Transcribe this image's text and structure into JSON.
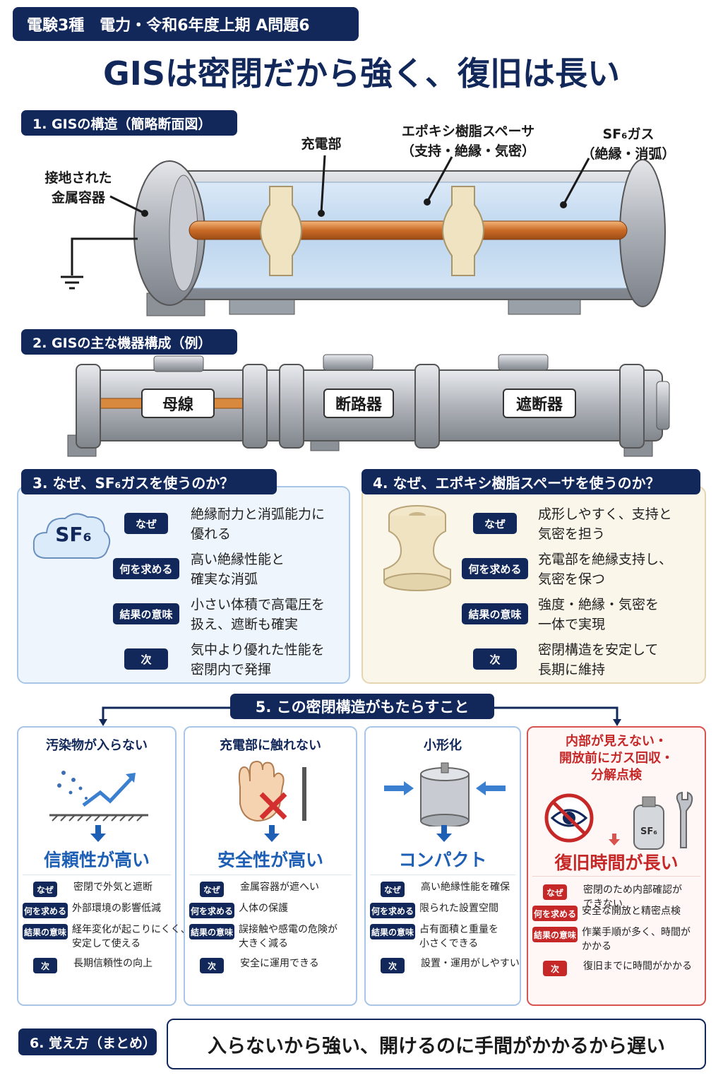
{
  "header": {
    "tag": "電験3種　電力・令和6年度上期 A問題6",
    "title": "GISは密閉だから強く、復旧は長い"
  },
  "sec1": {
    "heading": "1. GISの構造（簡略断面図）",
    "label_container_1": "接地された",
    "label_container_2": "金属容器",
    "label_conductor": "充電部",
    "label_spacer_1": "エポキシ樹脂スペーサ",
    "label_spacer_2": "（支持・絶縁・気密）",
    "label_gas_1": "SF₆ガス",
    "label_gas_2": "（絶縁・消弧）"
  },
  "sec2": {
    "heading": "2. GISの主な機器構成（例）",
    "unit1": "母線",
    "unit2": "断路器",
    "unit3": "遮断器"
  },
  "sec3": {
    "heading": "3. なぜ、SF₆ガスを使うのか？",
    "cloud": "SF₆",
    "rows": [
      {
        "tag": "なぜ",
        "l1": "絶縁耐力と消弧能力に",
        "l2": "優れる"
      },
      {
        "tag": "何を求める",
        "l1": "高い絶縁性能と",
        "l2": "確実な消弧"
      },
      {
        "tag": "結果の意味",
        "l1": "小さい体積で高電圧を",
        "l2": "扱え、遮断も確実"
      },
      {
        "tag": "次",
        "l1": "気中より優れた性能を",
        "l2": "密閉内で発揮"
      }
    ]
  },
  "sec4": {
    "heading": "4. なぜ、エポキシ樹脂スペーサを使うのか？",
    "rows": [
      {
        "tag": "なぜ",
        "l1": "成形しやすく、支持と",
        "l2": "気密を担う"
      },
      {
        "tag": "何を求める",
        "l1": "充電部を絶縁支持し、",
        "l2": "気密を保つ"
      },
      {
        "tag": "結果の意味",
        "l1": "強度・絶縁・気密を",
        "l2": "一体で実現"
      },
      {
        "tag": "次",
        "l1": "密閉構造を安定して",
        "l2": "長期に維持"
      }
    ]
  },
  "sec5": {
    "heading": "5. この密閉構造がもたらすこと",
    "cols": [
      {
        "title": "汚染物が入らない",
        "result": "信頼性が高い",
        "rows": [
          {
            "tag": "なぜ",
            "l1": "密閉で外気と遮断",
            "l2": ""
          },
          {
            "tag": "何を求める",
            "l1": "外部環境の影響低減",
            "l2": ""
          },
          {
            "tag": "結果の意味",
            "l1": "経年変化が起こりにくく、",
            "l2": "安定して使える"
          },
          {
            "tag": "次",
            "l1": "長期信頼性の向上",
            "l2": ""
          }
        ]
      },
      {
        "title": "充電部に触れない",
        "result": "安全性が高い",
        "rows": [
          {
            "tag": "なぜ",
            "l1": "金属容器が遮へい",
            "l2": ""
          },
          {
            "tag": "何を求める",
            "l1": "人体の保護",
            "l2": ""
          },
          {
            "tag": "結果の意味",
            "l1": "誤接触や感電の危険が",
            "l2": "大きく減る"
          },
          {
            "tag": "次",
            "l1": "安全に運用できる",
            "l2": ""
          }
        ]
      },
      {
        "title": "小形化",
        "result": "コンパクト",
        "rows": [
          {
            "tag": "なぜ",
            "l1": "高い絶縁性能を確保",
            "l2": ""
          },
          {
            "tag": "何を求める",
            "l1": "限られた設置空間",
            "l2": ""
          },
          {
            "tag": "結果の意味",
            "l1": "占有面積と重量を",
            "l2": "小さくできる"
          },
          {
            "tag": "次",
            "l1": "設置・運用がしやすい",
            "l2": ""
          }
        ]
      },
      {
        "title1": "内部が見えない・",
        "title2": "開放前にガス回収・",
        "title3": "分解点検",
        "result": "復旧時間が長い",
        "bottle": "SF₆",
        "rows": [
          {
            "tag": "なぜ",
            "l1": "密閉のため内部確認が",
            "l2": "できない"
          },
          {
            "tag": "何を求める",
            "l1": "安全な開放と精密点検",
            "l2": ""
          },
          {
            "tag": "結果の意味",
            "l1": "作業手順が多く、時間が",
            "l2": "かかる"
          },
          {
            "tag": "次",
            "l1": "復旧までに時間がかかる",
            "l2": ""
          }
        ]
      }
    ]
  },
  "sec6": {
    "heading": "6. 覚え方（まとめ）",
    "summary": "入らないから強い、開けるのに手間がかかるから遅い"
  }
}
